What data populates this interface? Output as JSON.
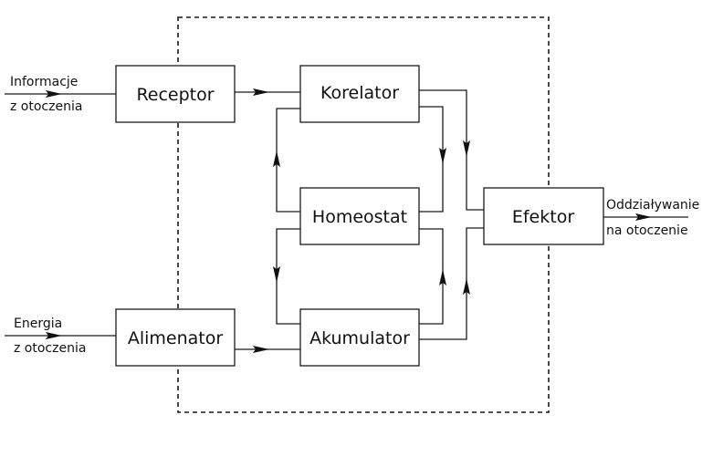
{
  "blocks": {
    "receptor": "Receptor",
    "korelator": "Korelator",
    "homeostat": "Homeostat",
    "efektor": "Efektor",
    "alimenator": "Alimenator",
    "akumulator": "Akumulator"
  },
  "external": {
    "info_line1": "Informacje",
    "info_line2": "z otoczenia",
    "energy_line1": "Energia",
    "energy_line2": "z otoczenia",
    "effect_line1": "Oddziaływanie",
    "effect_line2": "na otoczenie"
  }
}
